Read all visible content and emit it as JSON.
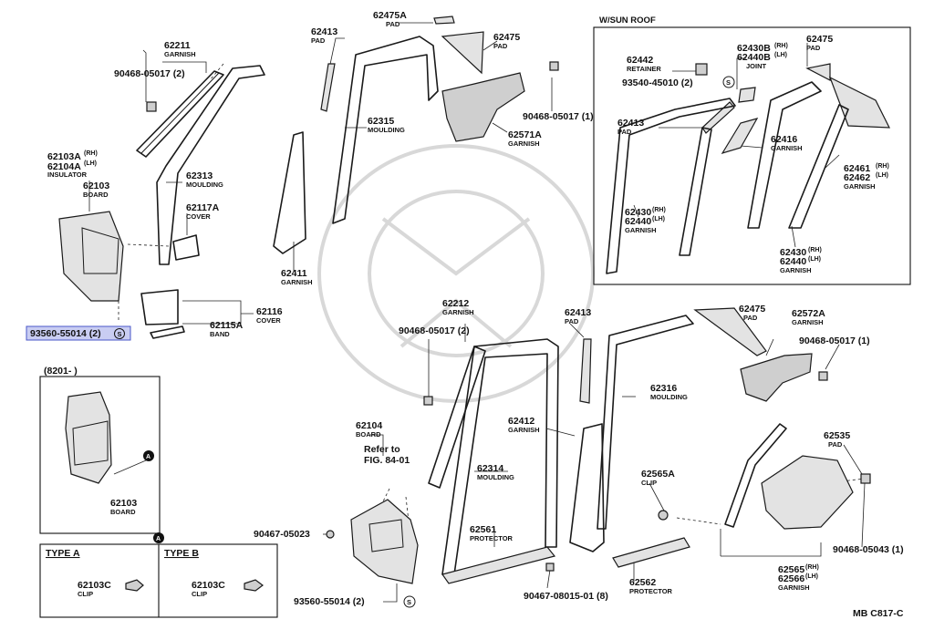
{
  "diagram_code": "MB  C817-C",
  "sunroof_title": "W/SUN  ROOF",
  "inset_date": "(8201-      )",
  "callouts": {
    "p62211": {
      "num": "62211",
      "desc": "GARNISH"
    },
    "p90468_05017_2_top": {
      "num": "90468-05017 (2)"
    },
    "p62413_top": {
      "num": "62413",
      "desc": "PAD"
    },
    "p62475A": {
      "num": "62475A",
      "desc": "PAD"
    },
    "p62475_top": {
      "num": "62475",
      "desc": "PAD"
    },
    "p62103A": {
      "num": "62103A",
      "sup": "(RH)"
    },
    "p62104A": {
      "num": "62104A",
      "sup": "(LH)",
      "desc": "INSULATOR"
    },
    "p62103_top": {
      "num": "62103",
      "desc": "BOARD"
    },
    "p62313": {
      "num": "62313",
      "desc": "MOULDING"
    },
    "p62315": {
      "num": "62315",
      "desc": "MOULDING"
    },
    "p62571A": {
      "num": "62571A",
      "desc": "GARNISH"
    },
    "p90468_05017_1_top": {
      "num": "90468-05017 (1)"
    },
    "p62117A": {
      "num": "62117A",
      "desc": "COVER"
    },
    "p62411": {
      "num": "62411",
      "desc": "GARNISH"
    },
    "p62116": {
      "num": "62116",
      "desc": "COVER"
    },
    "p62115A": {
      "num": "62115A",
      "desc": "BAND"
    },
    "p93560_highlight": {
      "num": "93560-55014 (2)",
      "circle": "S"
    },
    "p62442": {
      "num": "62442",
      "desc": "RETAINER"
    },
    "p62430B": {
      "num": "62430B",
      "sup": "(RH)"
    },
    "p62440B": {
      "num": "62440B",
      "sup": "(LH)",
      "desc": "JOINT"
    },
    "p62475_sr": {
      "num": "62475",
      "desc": "PAD"
    },
    "p93540": {
      "num": "93540-45010 (2)",
      "circle": "S"
    },
    "p62413_sr": {
      "num": "62413",
      "desc": "PAD"
    },
    "p62416": {
      "num": "62416",
      "desc": "GARNISH"
    },
    "p62461": {
      "num": "62461",
      "sup": "(RH)"
    },
    "p62462": {
      "num": "62462",
      "sup": "(LH)",
      "desc": "GARNISH"
    },
    "p62430_sr1": {
      "num": "62430",
      "sup": "(RH)"
    },
    "p62440_sr1": {
      "num": "62440",
      "sup": "(LH)",
      "desc": "GARNISH"
    },
    "p62430_sr2": {
      "num": "62430",
      "sup": "(RH)"
    },
    "p62440_sr2": {
      "num": "62440",
      "sup": "(LH)",
      "desc": "GARNISH"
    },
    "p62212": {
      "num": "62212",
      "desc": "GARNISH"
    },
    "p62413_mid": {
      "num": "62413",
      "desc": "PAD"
    },
    "p62475_mid": {
      "num": "62475",
      "desc": "PAD"
    },
    "p62572A": {
      "num": "62572A",
      "desc": "GARNISH"
    },
    "p90468_05017_2_mid": {
      "num": "90468-05017 (2)"
    },
    "p90468_05017_1_mid": {
      "num": "90468-05017 (1)"
    },
    "p62316": {
      "num": "62316",
      "desc": "MOULDING"
    },
    "p62104": {
      "num": "62104",
      "desc": "BOARD"
    },
    "p62412": {
      "num": "62412",
      "desc": "GARNISH"
    },
    "p62535": {
      "num": "62535",
      "desc": "PAD"
    },
    "p62314": {
      "num": "62314",
      "desc": "MOULDING"
    },
    "p62565A": {
      "num": "62565A",
      "desc": "CLIP"
    },
    "p62103_inset": {
      "num": "62103",
      "desc": "BOARD"
    },
    "p90467_05023": {
      "num": "90467-05023"
    },
    "p62561": {
      "num": "62561",
      "desc": "PROTECTOR"
    },
    "p90468_05043": {
      "num": "90468-05043 (1)"
    },
    "p62565": {
      "num": "62565",
      "sup": "(RH)"
    },
    "p62566": {
      "num": "62566",
      "sup": "(LH)",
      "desc": "GARNISH"
    },
    "p62562": {
      "num": "62562",
      "desc": "PROTECTOR"
    },
    "p90467_08015": {
      "num": "90467-08015-01 (8)"
    },
    "p93560_bottom": {
      "num": "93560-55014 (2)",
      "circle": "S"
    }
  },
  "refer_to": {
    "line1": "Refer to",
    "line2": "FIG. 84-01"
  },
  "type_a": {
    "title": "TYPE  A",
    "num": "62103C",
    "desc": "CLIP"
  },
  "type_b": {
    "title": "TYPE  B",
    "num": "62103C",
    "desc": "CLIP"
  },
  "marker_triangle": "A"
}
